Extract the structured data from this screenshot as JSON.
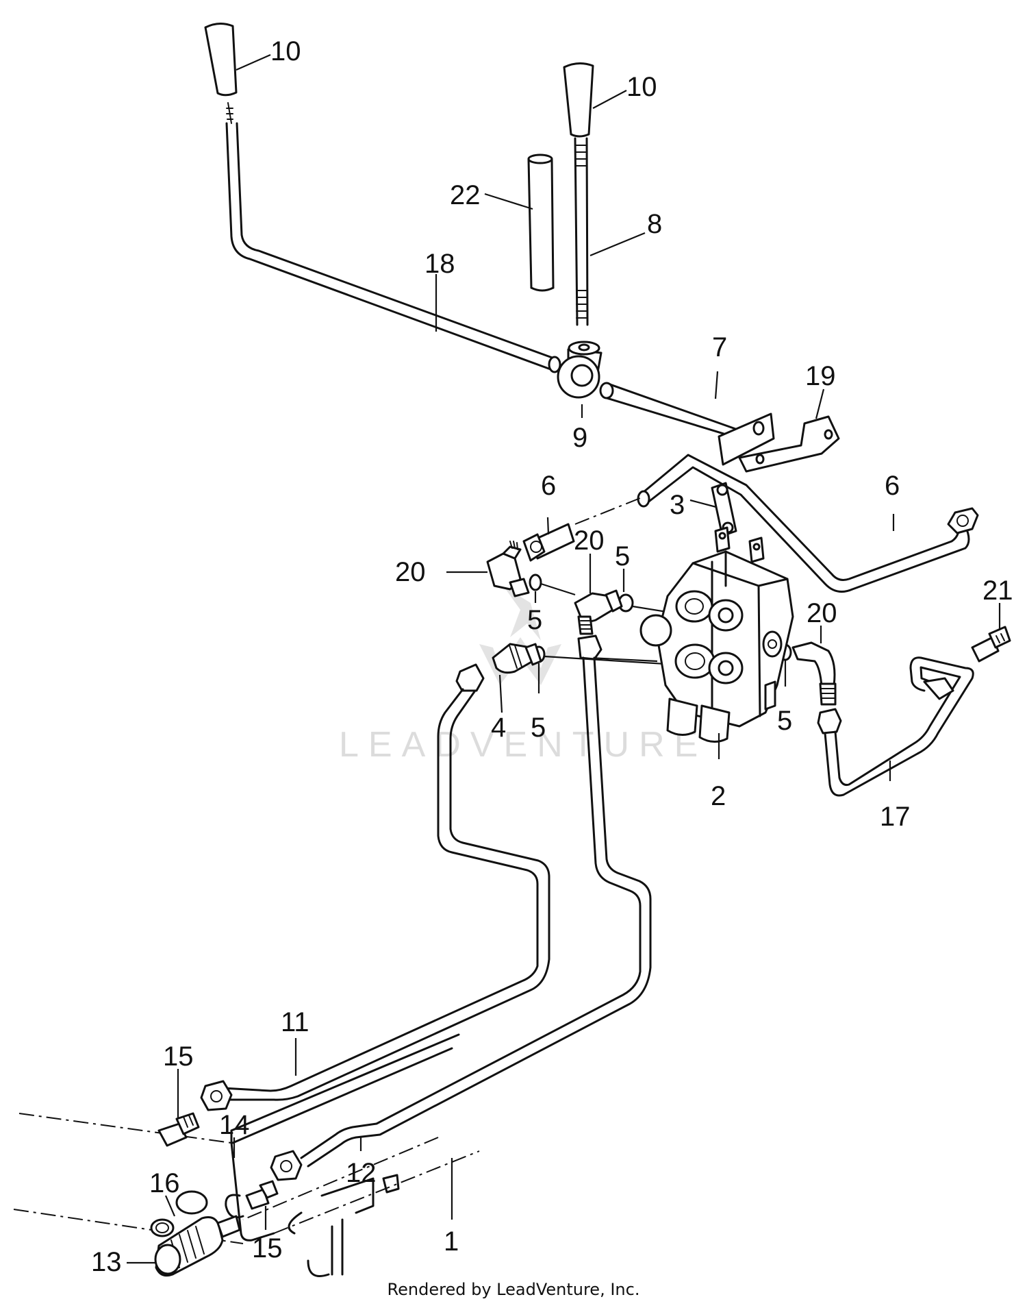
{
  "watermark": "LEADVENTURE",
  "footer_text": "Rendered by LeadVenture, Inc.",
  "callouts": {
    "c1": "1",
    "c2": "2",
    "c3": "3",
    "c4": "4",
    "c5a": "5",
    "c5b": "5",
    "c5c": "5",
    "c5d": "5",
    "c6a": "6",
    "c6b": "6",
    "c7": "7",
    "c8": "8",
    "c9": "9",
    "c10a": "10",
    "c10b": "10",
    "c11": "11",
    "c12": "12",
    "c13": "13",
    "c14": "14",
    "c15a": "15",
    "c15b": "15",
    "c16": "16",
    "c17": "17",
    "c18": "18",
    "c19": "19",
    "c20a": "20",
    "c20b": "20",
    "c20c": "20",
    "c21": "21",
    "c22": "22"
  }
}
